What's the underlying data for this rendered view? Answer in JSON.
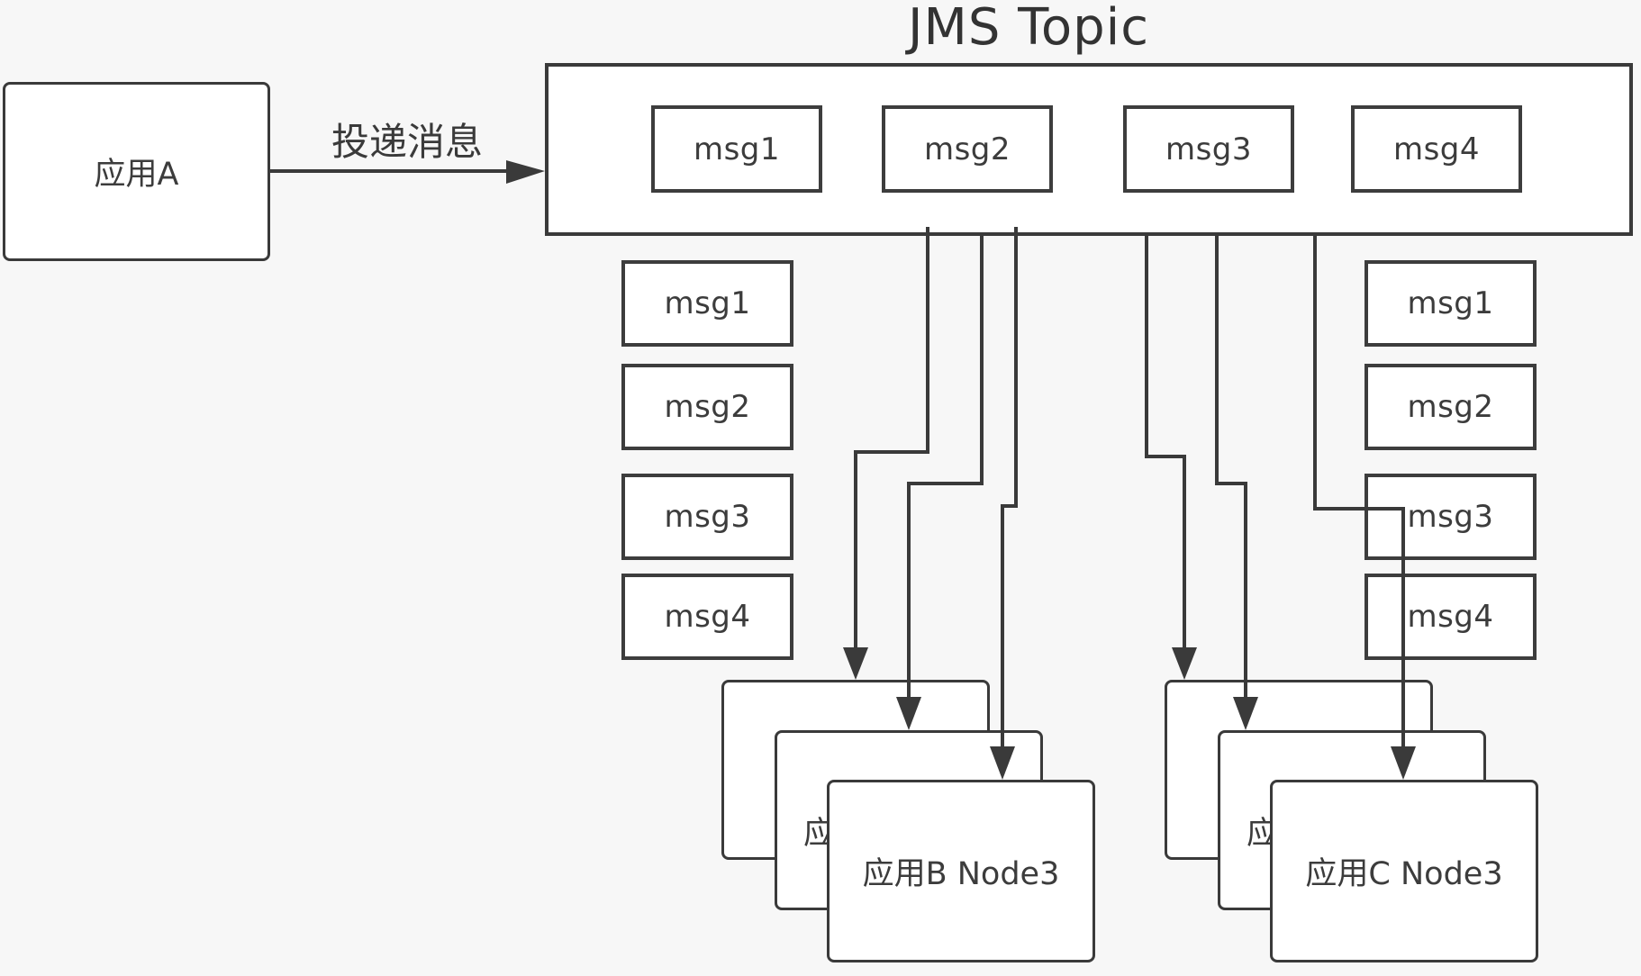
{
  "title": "JMS Topic",
  "producer": {
    "label": "应用A"
  },
  "edge_label": "投递消息",
  "topic_messages": [
    "msg1",
    "msg2",
    "msg3",
    "msg4"
  ],
  "left_queue": [
    "msg1",
    "msg2",
    "msg3",
    "msg4"
  ],
  "right_queue": [
    "msg1",
    "msg2",
    "msg3",
    "msg4"
  ],
  "group_b": {
    "front_label": "应用B Node3",
    "back_label_fragment": "应"
  },
  "group_c": {
    "front_label": "应用C Node3",
    "back_label_fragment": "应"
  }
}
